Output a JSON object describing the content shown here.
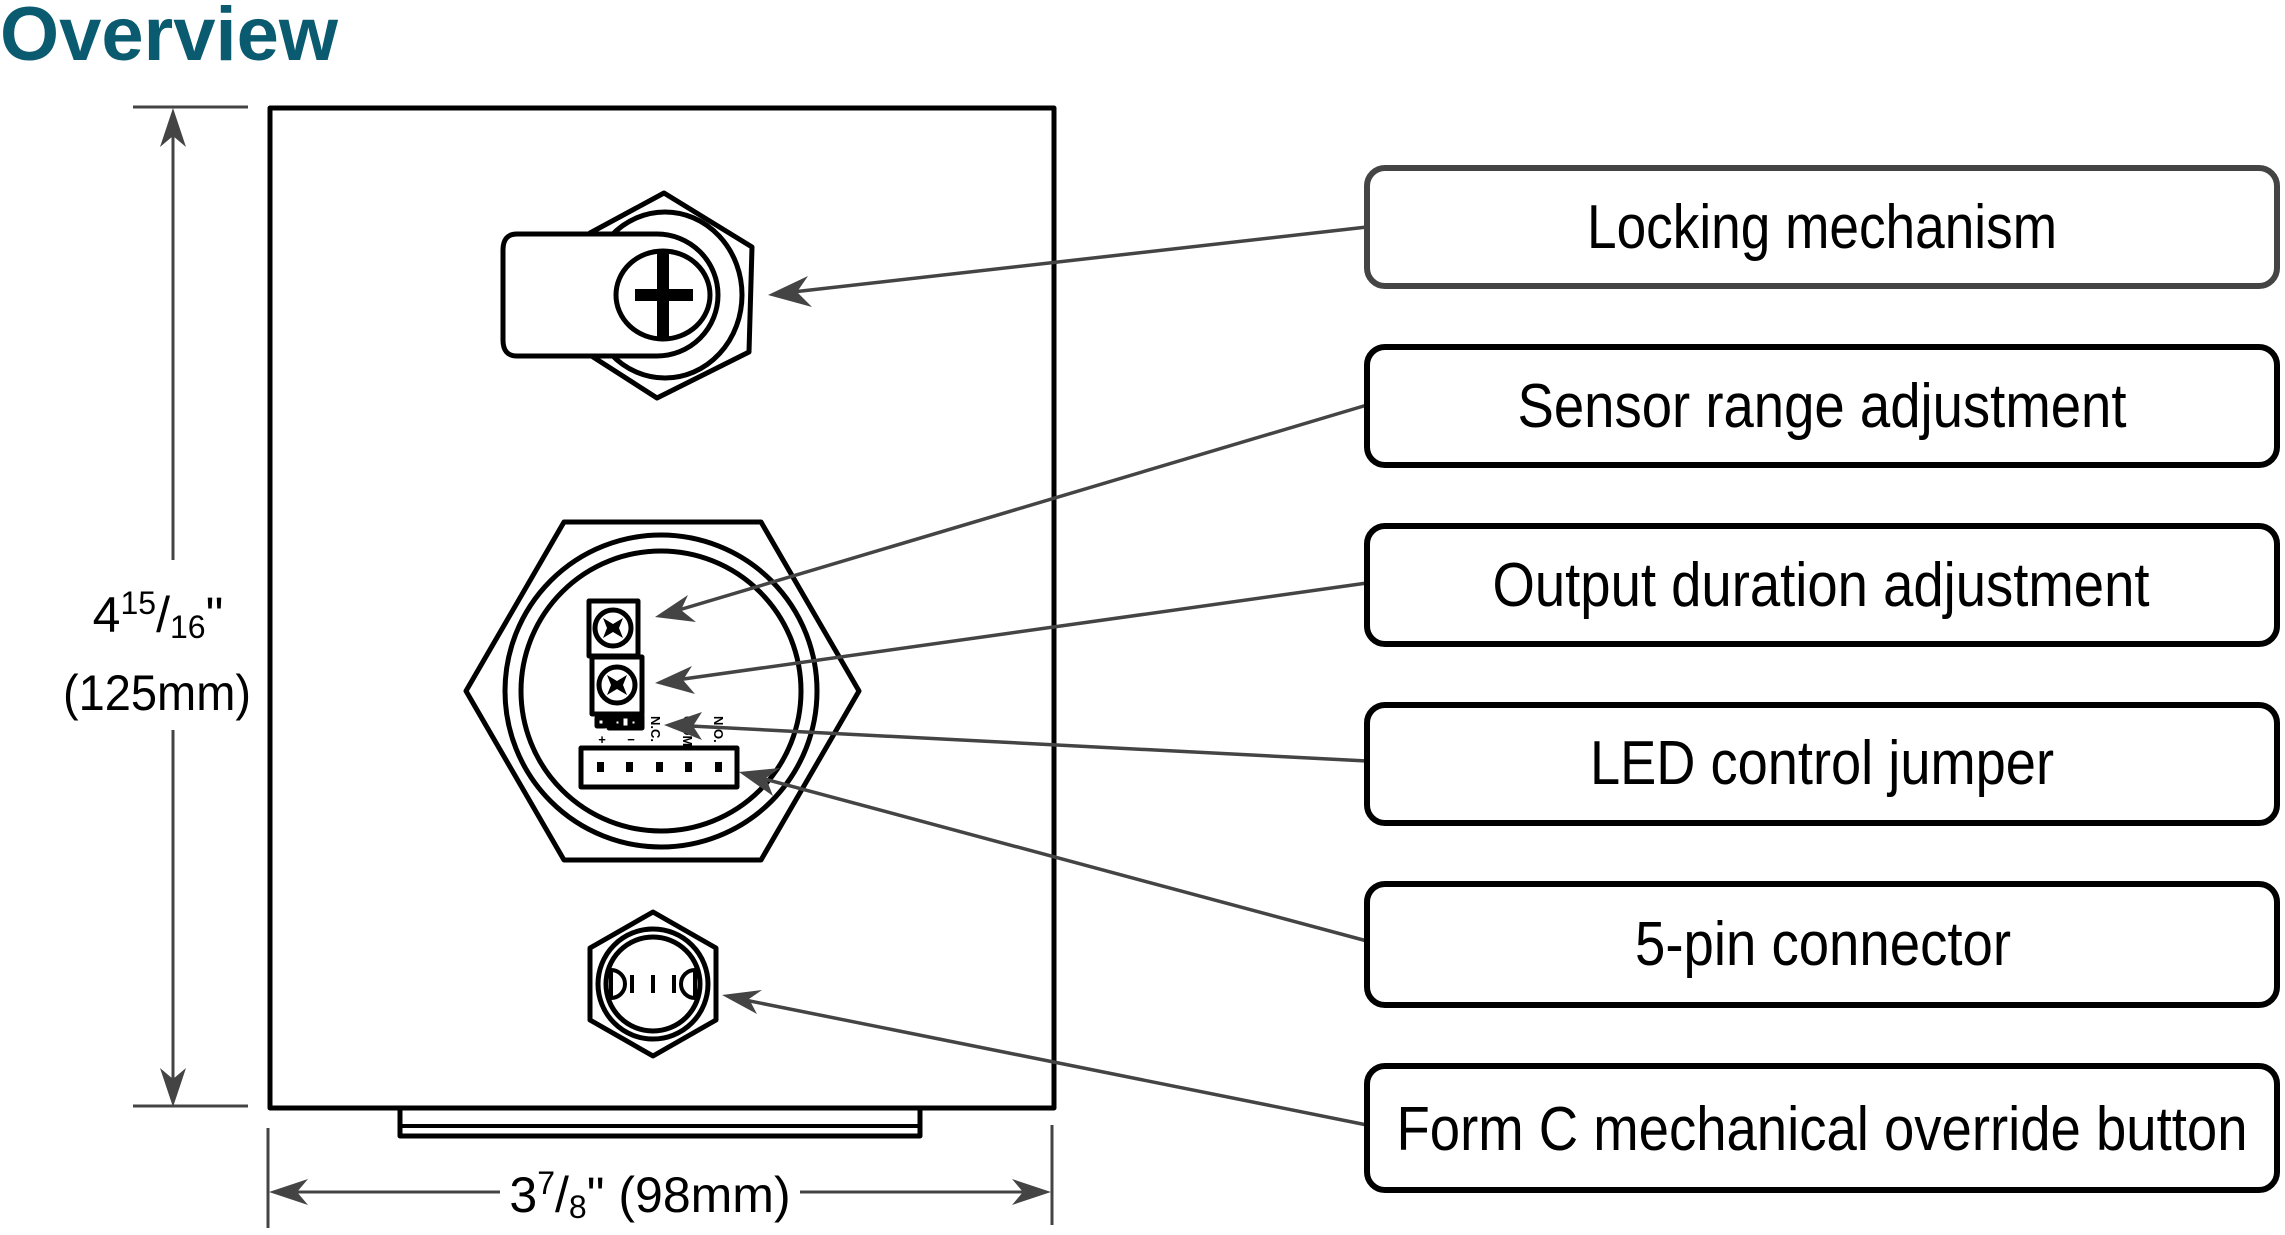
{
  "title": "Overview",
  "colors": {
    "title": "#0a5a70",
    "outline": "#000000",
    "leader": "#444444",
    "first_callout_border": "#444444"
  },
  "dimensions": {
    "height": {
      "whole": "4",
      "numerator": "15",
      "denominator": "16",
      "unit_mark": "\"",
      "metric": "(125mm)"
    },
    "width": {
      "whole": "3",
      "numerator": "7",
      "denominator": "8",
      "unit_mark": "\"",
      "metric": "(98mm)"
    }
  },
  "board_labels": {
    "plus": "+",
    "minus": "−",
    "nc": "N.C.",
    "com": "COM",
    "no": "N.O."
  },
  "callouts": [
    {
      "label": "Locking mechanism",
      "target": "locking-mechanism"
    },
    {
      "label": "Sensor range adjustment",
      "target": "sensor-range-trimmer"
    },
    {
      "label": "Output duration adjustment",
      "target": "output-duration-trimmer"
    },
    {
      "label": "LED control jumper",
      "target": "led-control-jumper"
    },
    {
      "label": "5-pin connector",
      "target": "five-pin-connector"
    },
    {
      "label": "Form C mechanical override button",
      "target": "override-button"
    }
  ],
  "icons": {
    "lock": "locking-mechanism-icon",
    "trimmer": "trimmer-potentiometer-icon",
    "connector": "terminal-connector-icon",
    "button": "override-button-icon"
  }
}
